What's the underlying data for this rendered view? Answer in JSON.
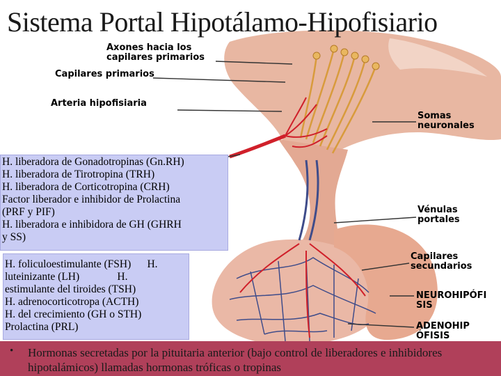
{
  "title": "Sistema Portal Hipotálamo-Hipofisiario",
  "labels": {
    "axones": [
      "Axones hacia los",
      "capilares primarios"
    ],
    "capilares_primarios": "Capilares primarios",
    "arteria": "Arteria hipofisiaria",
    "somas": [
      "Somas",
      "neuronales"
    ],
    "venulas": [
      "Vénulas",
      "portales"
    ],
    "capilares_secundarios": [
      "Capilares",
      "secundarios"
    ],
    "neurohipofisis": [
      "NEUROHIPÓFI",
      "SIS"
    ],
    "adenohipofisis": [
      "ADENOHIP",
      "ÓFISIS"
    ]
  },
  "hypothalamic_box": [
    "H. liberadora de Gonadotropinas (Gn.RH)",
    "H. liberadora de Tirotropina (TRH)",
    "H. liberadora de Corticotropina (CRH)",
    "Factor liberador e inhibidor de Prolactina",
    "(PRF y PIF)",
    "H. liberadora e inhibidora de GH (GHRH",
    "y SS)"
  ],
  "pituitary_box": [
    "H. foliculoestimulante (FSH)      H.",
    "luteinizante (LH)              H.",
    "estimulante del tiroides (TSH)",
    "H. adrenocorticotropa (ACTH)",
    "H. del crecimiento (GH o STH)",
    "Prolactina (PRL)"
  ],
  "footer": {
    "bullet": "•",
    "text": "Hormonas secretadas por la pituitaria anterior (bajo control de liberadores e inhibidores hipotalámicos) llamadas hormonas tróficas o tropinas"
  },
  "colors": {
    "tissue": "#e8b7a2",
    "vessel": "#d0202a",
    "vein": "#3f4c8a",
    "box": "#c9ccf4",
    "footer": "#b0405a"
  }
}
